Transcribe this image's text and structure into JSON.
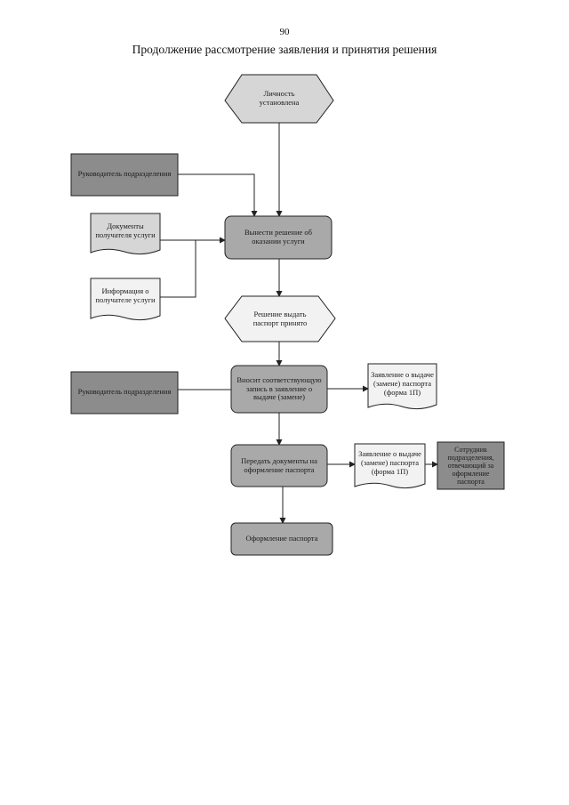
{
  "header": {
    "page_number": "90",
    "title": "Продолжение рассмотрение заявления и принятия решения"
  },
  "nodes": {
    "identity_established": "Личность установлена",
    "head_of_unit_1": "Руководитель подразделения",
    "recipient_documents": "Документы получателя услуги",
    "recipient_information": "Информация о получателе услуги",
    "decide_on_service": "Вынести решение об оказании услуги",
    "decision_to_issue": "Решение выдать паспорт принято",
    "head_of_unit_2": "Руководитель подразделения",
    "make_entry": "Вносит соответствующую запись в заявление о выдаче (замене)",
    "application_form_1": "Заявление о выдаче (замене) паспорта (форма 1П)",
    "transfer_documents": "Передать документы на оформление паспорта",
    "application_form_2": "Заявление о выдаче (замене) паспорта (форма 1П)",
    "responsible_employee": "Сотрудник подразделения, отвечающий за оформление паспорта",
    "passport_processing": "Оформление паспорта"
  },
  "colors": {
    "dark_fill": "#8c8c8c",
    "medium_fill": "#a9a9a9",
    "light_fill": "#d6d6d6",
    "white_fill": "#f2f2f2",
    "stroke": "#222222"
  }
}
